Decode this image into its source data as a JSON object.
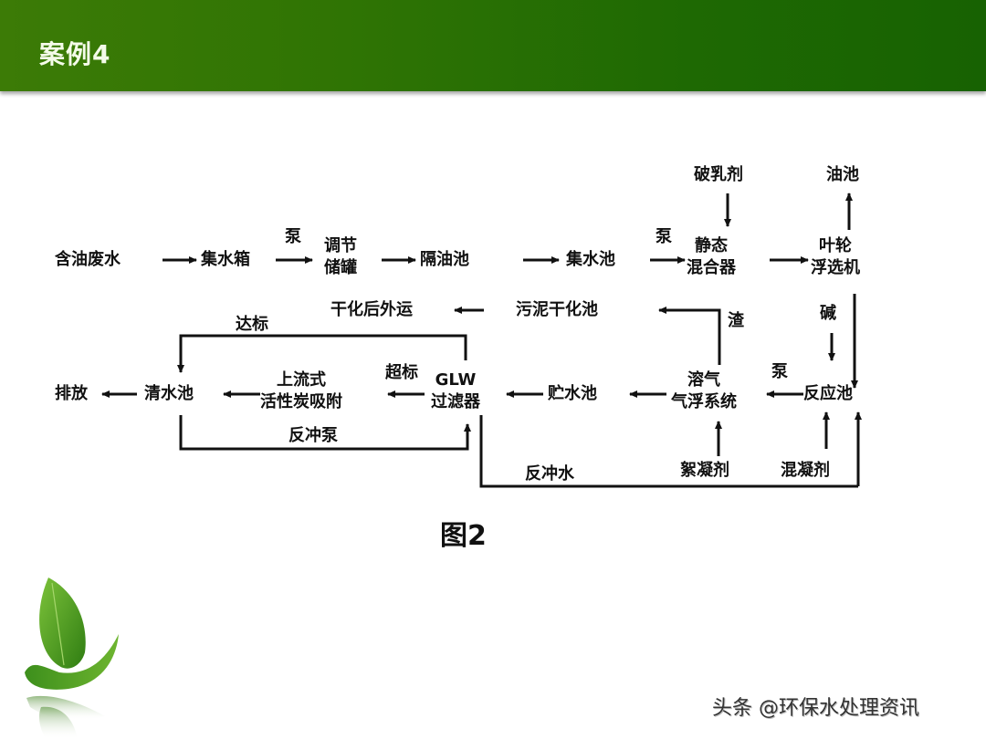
{
  "header": {
    "title": "案例4",
    "bg_color_left": "#3c7b06",
    "bg_color_right": "#176202"
  },
  "diagram": {
    "nodes": {
      "oily_wastewater": "含油废水",
      "collection_tank": "集水箱",
      "pump1": "泵",
      "regulating_tank": [
        "调节",
        "储罐"
      ],
      "oil_separator": "隔油池",
      "collection_pool": "集水池",
      "pump2": "泵",
      "demulsifier": "破乳剂",
      "static_mixer": [
        "静态",
        "混合器"
      ],
      "oil_pool": "油池",
      "impeller_flotation": [
        "叶轮",
        "浮选机"
      ],
      "dried_transport": "干化后外运",
      "sludge_drying": "污泥干化池",
      "slag": "渣",
      "alkali": "碱",
      "up_to_standard": "达标",
      "discharge": "排放",
      "clear_water_pool": "清水池",
      "activated_carbon": [
        "上流式",
        "活性炭吸附"
      ],
      "over_standard": "超标",
      "glw_filter": [
        "GLW",
        "过滤器"
      ],
      "storage_pool": "贮水池",
      "daf_system": [
        "溶气",
        "气浮系统"
      ],
      "pump3": "泵",
      "reaction_tank": "反应池",
      "backwash_pump": "反冲泵",
      "backwash_water": "反冲水",
      "flocculant": "絮凝剂",
      "coagulant": "混凝剂"
    },
    "caption": "图2"
  },
  "watermark": "头条 @环保水处理资讯",
  "decoration": {
    "leaf_icon": "green-leaves"
  }
}
